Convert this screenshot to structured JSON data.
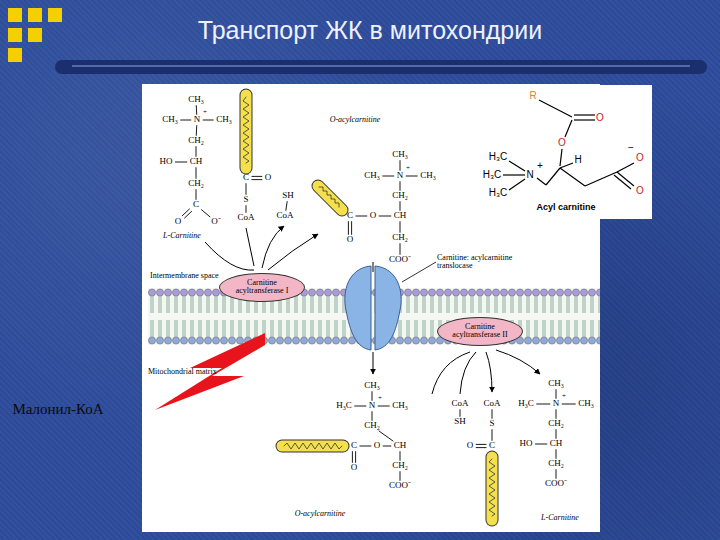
{
  "diagram": {
    "title": "Транспорт ЖК в митохондрии",
    "nodes": [
      {
        "text": [
          "Carnitine acyltransferase I"
        ]
      },
      {
        "text": [
          "Carnitine acyltransferase II"
        ]
      }
    ],
    "labels": [
      "CH₃",
      "CH₃",
      "N",
      "+",
      "CH₃",
      "CH₂",
      "HO",
      "CH",
      "CH₂",
      "C",
      "O",
      "O⁻",
      "L-Carnitine",
      "C",
      "O",
      "S",
      "CoA",
      "SH",
      "CoA",
      "O-acylcarnitine",
      "CH₃",
      "CH₃",
      "N",
      "+",
      "CH₃",
      "CH₂",
      "C",
      "O",
      "CH",
      "O",
      "CH₂",
      "COO⁻",
      "R",
      "O",
      "O",
      "H₃C",
      "N",
      "+",
      "H",
      "H₃C",
      "H₃C",
      "−",
      "O",
      "O",
      "Acyl carnitine",
      "Intermembrane space",
      "Mitochondrial matrix",
      "Carnitine: acylcarnitine translocase",
      "CH₃",
      "H₃C",
      "N",
      "+",
      "CH₃",
      "CH₂",
      "C",
      "O",
      "CH",
      "O",
      "CH₂",
      "COO⁻",
      "O-acylcarnitine",
      "CoA",
      "SH",
      "CoA",
      "S",
      "C",
      "O",
      "CH₃",
      "H₃C",
      "N",
      "+",
      "CH₃",
      "CH₂",
      "HO",
      "CH",
      "CH₂",
      "COO⁻",
      "L-Carnitine",
      "Малонил-КоА"
    ]
  }
}
